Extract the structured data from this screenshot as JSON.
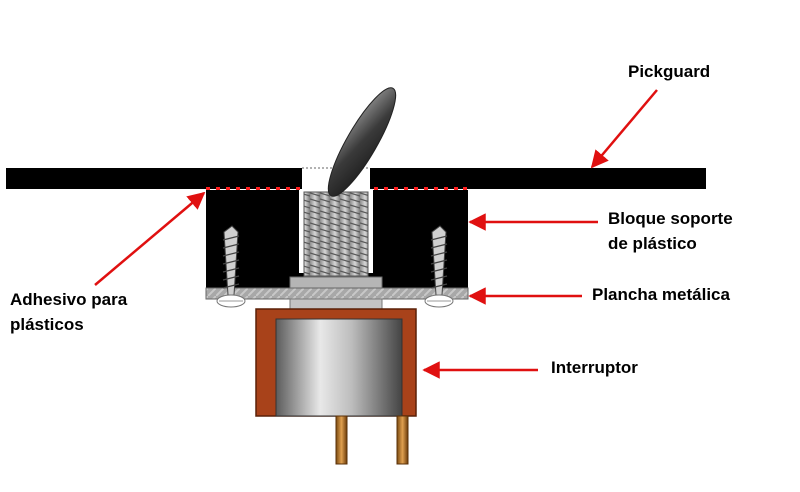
{
  "labels": {
    "pickguard": "Pickguard",
    "bloque_line1": "Bloque soporte",
    "bloque_line2": "de plástico",
    "plancha": "Plancha metálica",
    "interruptor": "Interruptor",
    "adhesivo_line1": "Adhesivo para",
    "adhesivo_line2": "plásticos"
  },
  "colors": {
    "arrow": "#e01010",
    "pickguard": "#000000",
    "block": "#000000",
    "switch_frame": "#a8421a",
    "adhesive_dots": "#ff2020"
  },
  "icons": {
    "screw": "wood-screw-icon",
    "lever": "toggle-lever-icon",
    "pins": "solder-pin-icon"
  }
}
